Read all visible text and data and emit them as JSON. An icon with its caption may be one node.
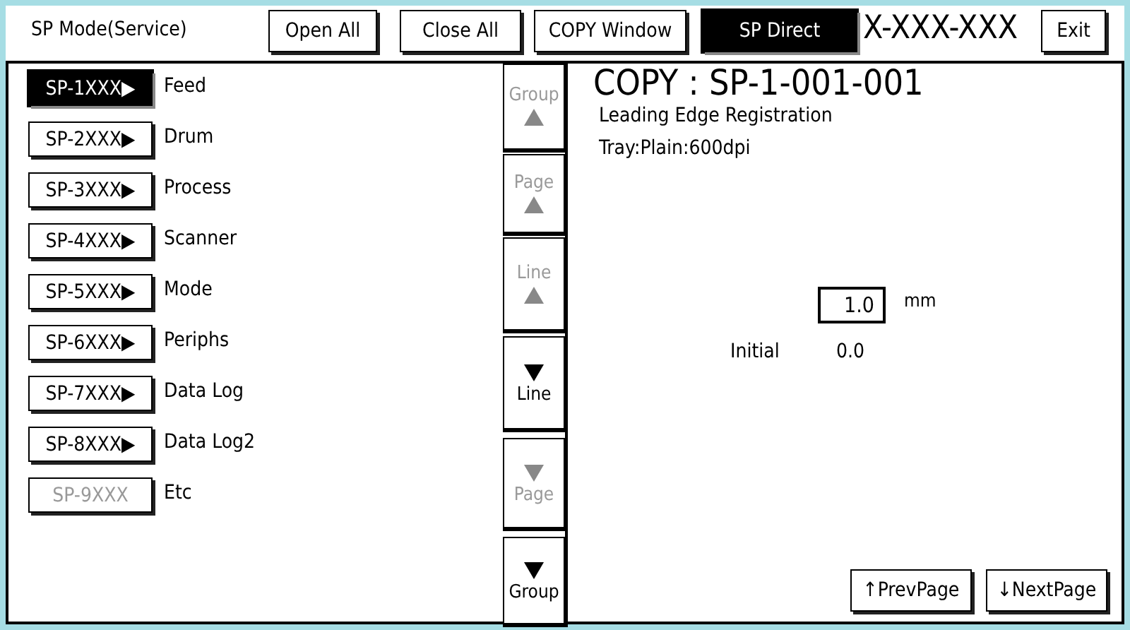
{
  "diagram": {
    "nodes": [
      {
        "text": [
          "Open All"
        ]
      },
      {
        "text": [
          "Close All"
        ]
      },
      {
        "text": [
          "COPY Window"
        ]
      },
      {
        "text": [
          "SP Direct"
        ]
      },
      {
        "text": [
          "Exit"
        ]
      },
      {
        "text": [],
        "shape": "box"
      },
      {
        "text": [
          "SP-1XXX▶"
        ],
        "in": 5,
        "beside": [
          "Feed"
        ]
      },
      {
        "text": [
          "SP-2XXX▶"
        ],
        "in": 5,
        "beside": [
          "Drum"
        ]
      },
      {
        "text": [
          "SP-3XXX▶"
        ],
        "in": 5,
        "beside": [
          "Process"
        ]
      },
      {
        "text": [
          "SP-4XXX▶"
        ],
        "in": 5,
        "beside": [
          "Scanner"
        ]
      },
      {
        "text": [
          "SP-5XXX▶"
        ],
        "in": 5,
        "beside": [
          "Mode"
        ]
      },
      {
        "text": [
          "SP-6XXX▶"
        ],
        "in": 5,
        "beside": [
          "Periphs"
        ]
      },
      {
        "text": [
          "SP-7XXX▶"
        ],
        "in": 5,
        "beside": [
          "Data Log"
        ]
      },
      {
        "text": [
          "SP-8XXX▶"
        ],
        "in": 5,
        "beside": [
          "Data Log2"
        ]
      },
      {
        "text": [
          "SP-9XXX"
        ],
        "in": 5,
        "beside": [
          "Etc"
        ]
      },
      {
        "text": [
          "Group"
        ],
        "in": 5
      },
      {
        "text": [
          "Page"
        ],
        "in": 5
      },
      {
        "text": [
          "Line"
        ],
        "in": 5
      },
      {
        "text": [
          "Line"
        ],
        "in": 5
      },
      {
        "text": [
          "Page"
        ],
        "in": 5
      },
      {
        "text": [
          "Group"
        ],
        "in": 5
      },
      {
        "text": [],
        "shape": "box"
      },
      {
        "text": [
          "1.0"
        ],
        "in": 21
      },
      {
        "text": [
          "↑PrevPage"
        ],
        "in": 21
      },
      {
        "text": [
          "↓NextPage"
        ],
        "in": 21
      }
    ],
    "labels": [
      "SP Mode(Service)",
      "X-XXX-XXX",
      "COPY : SP-1-001-001",
      "Leading Edge Registration",
      "Tray:Plain:600dpi",
      "mm",
      "Initial",
      "0.0"
    ]
  }
}
